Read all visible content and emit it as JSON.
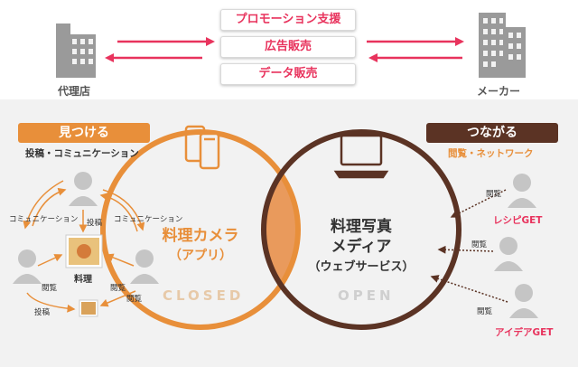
{
  "top": {
    "services": [
      "プロモーション支援",
      "広告販売",
      "データ販売"
    ],
    "agency_label": "代理店",
    "maker_label": "メーカー"
  },
  "left": {
    "tab_label": "見つける",
    "subtitle": "投稿・コミュニケーション",
    "comm_left": "コミュニケーション",
    "comm_right": "コミュニケーション",
    "post_top": "投稿",
    "post_bottom": "投稿",
    "view_left": "閲覧",
    "view_right": "閲覧",
    "view_bottom": "閲覧",
    "center_label": "料理",
    "circle_title": "料理カメラ",
    "circle_sub": "（アプリ）",
    "circle_status": "CLOSED"
  },
  "right": {
    "tab_label": "つながる",
    "subtitle": "閲覧・ネットワーク",
    "view_1": "閲覧",
    "view_2": "閲覧",
    "view_3": "閲覧",
    "recipe_get": "レシピGET",
    "idea_get": "アイデアGET",
    "circle_title_1": "料理写真",
    "circle_title_2": "メディア",
    "circle_sub": "（ウェブサービス）",
    "circle_status": "OPEN"
  },
  "colors": {
    "accent_pink": "#e8335d",
    "orange": "#e88f3a",
    "brown": "#5b3324",
    "building_gray": "#9a9a9a"
  }
}
